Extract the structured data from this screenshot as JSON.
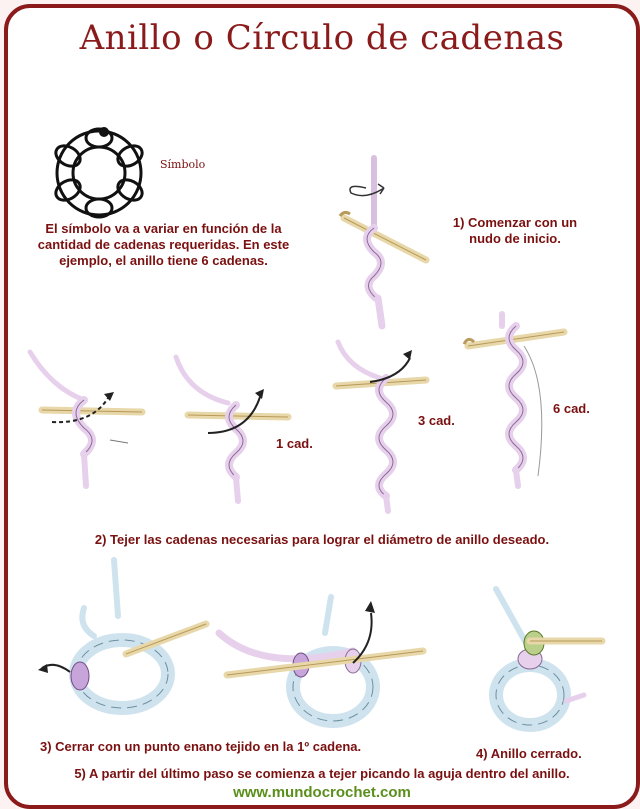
{
  "title": "Anillo o Círculo de cadenas",
  "symbol_label": "Símbolo",
  "symbol_desc": "El símbolo va a variar en función de la cantidad de cadenas requeridas. En este ejemplo, el anillo tiene 6 cadenas.",
  "step1": "1) Comenzar con un nudo de inicio.",
  "label_1cad": "1 cad.",
  "label_3cad": "3 cad.",
  "label_6cad": "6 cad.",
  "step2": "2) Tejer las cadenas necesarias para lograr el diámetro de anillo deseado.",
  "step3": "3) Cerrar con un punto enano tejido en la 1º cadena.",
  "step4": "4) Anillo cerrado.",
  "step5": "5) A partir del último paso se comienza a tejer picando la aguja dentro del anillo.",
  "website": "www.mundocrochet.com",
  "colors": {
    "frame": "#8b1a1a",
    "text": "#7a1010",
    "link": "#5a8f1c",
    "yarn_pink": "#e7d0ec",
    "yarn_blue": "#cfe3ef",
    "hook": "#efe0b8"
  }
}
